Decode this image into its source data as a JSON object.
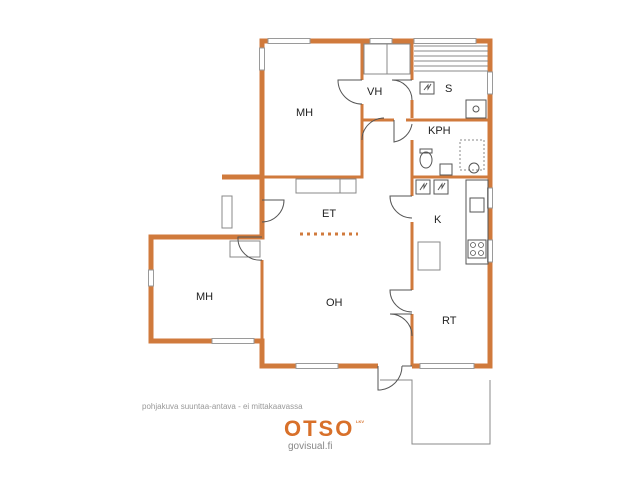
{
  "rooms": {
    "mh1": "MH",
    "vh": "VH",
    "s": "S",
    "kph": "KPH",
    "et": "ET",
    "k": "K",
    "mh2": "MH",
    "oh": "OH",
    "rt": "RT"
  },
  "footer": {
    "note": "pohjakuva suuntaa-antava - ei mittakaavassa",
    "logo": "OTSO",
    "logo_sub": "LKV",
    "website": "govisual.fi"
  },
  "colors": {
    "wall": "#d07a3c",
    "window": "#9a9a9a",
    "fixture": "#555555",
    "logo": "#d8702a"
  }
}
